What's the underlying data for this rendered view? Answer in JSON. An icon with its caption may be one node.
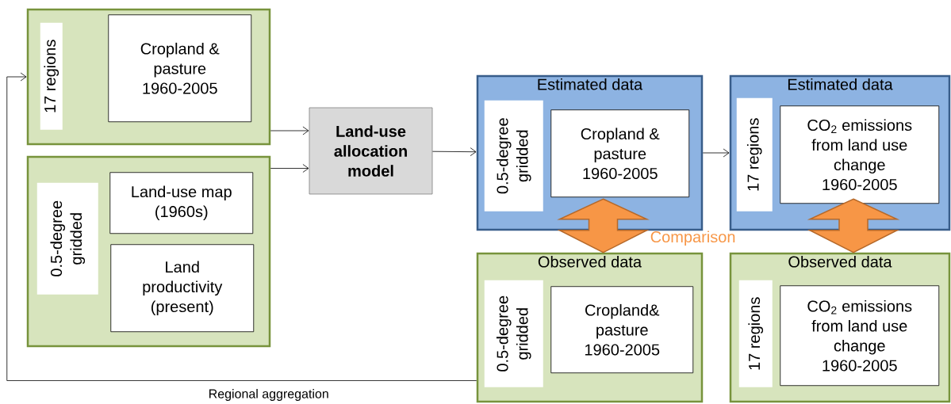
{
  "diagram": {
    "nodes": [
      {
        "text": [],
        "shape": "box"
      },
      {
        "text": [
          "17 regions"
        ],
        "in": 0
      },
      {
        "text": [
          "Cropland & pasture 1960-2005"
        ],
        "in": 0
      },
      {
        "text": [],
        "shape": "box"
      },
      {
        "text": [
          "0.5-degree gridded"
        ],
        "in": 3
      },
      {
        "text": [
          "Land-use map (1960s)"
        ],
        "in": 3
      },
      {
        "text": [
          "Land productivity (present)"
        ],
        "in": 3
      },
      {
        "text": [
          "Land-use allocation model"
        ]
      },
      {
        "text": [
          "Estimated data"
        ]
      },
      {
        "text": [
          "0.5-degree gridded"
        ],
        "in": 8
      },
      {
        "text": [
          "Cropland & pasture 1960-2005"
        ],
        "in": 8
      },
      {
        "text": [
          "Estimated data"
        ]
      },
      {
        "text": [
          "17 regions"
        ],
        "in": 11
      },
      {
        "text": [
          "CO$_{2}$ emissions from land use change 1960-2005"
        ],
        "in": 11
      },
      {
        "text": [
          "Observed data"
        ]
      },
      {
        "text": [
          "0.5-degree gridded"
        ],
        "in": 14
      },
      {
        "text": [
          "Cropland& pasture 1960-2005"
        ],
        "in": 14
      },
      {
        "text": [
          "Observed data"
        ]
      },
      {
        "text": [
          "17 regions"
        ],
        "in": 17
      },
      {
        "text": [
          "CO$_{2}$ emissions from land use change 1960-2005"
        ],
        "in": 17
      }
    ],
    "edges": [
      {
        "from": 0,
        "to": 7,
        "arrow": "to"
      },
      {
        "from": 3,
        "to": 7,
        "arrow": "to"
      },
      {
        "from": 7,
        "to": 8,
        "arrow": "to"
      },
      {
        "from": 8,
        "to": 11,
        "arrow": "to"
      },
      {
        "from": 8,
        "to": 14,
        "arrow": "both",
        "label": "Comparison",
        "style": "thick",
        "color": "#f79646"
      },
      {
        "from": 11,
        "to": 17,
        "arrow": "both",
        "style": "thick",
        "color": "#f79646"
      },
      {
        "from": 14,
        "to": 0,
        "arrow": "to",
        "label": "Regional aggregation"
      }
    ]
  }
}
